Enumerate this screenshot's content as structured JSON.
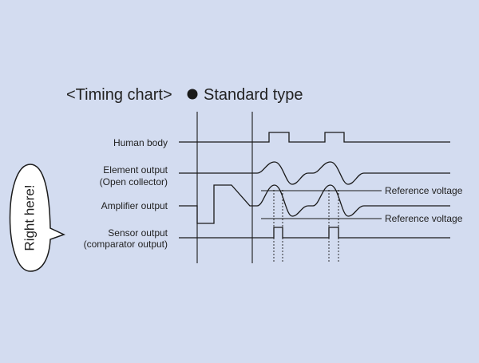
{
  "title": "<Timing chart>",
  "subtitle": "Standard type",
  "callout": {
    "text": "Right here!"
  },
  "signals": {
    "human_body": "Human body",
    "element_output": "Element output",
    "element_output_sub": "(Open collector)",
    "amplifier_output": "Amplifier output",
    "sensor_output": "Sensor output",
    "sensor_output_sub": "(comparator output)"
  },
  "reference_labels": [
    "Reference voltage",
    "Reference voltage"
  ],
  "colors": {
    "background": "#d3dcf0",
    "line": "#1a1a1a",
    "text": "#222222"
  }
}
